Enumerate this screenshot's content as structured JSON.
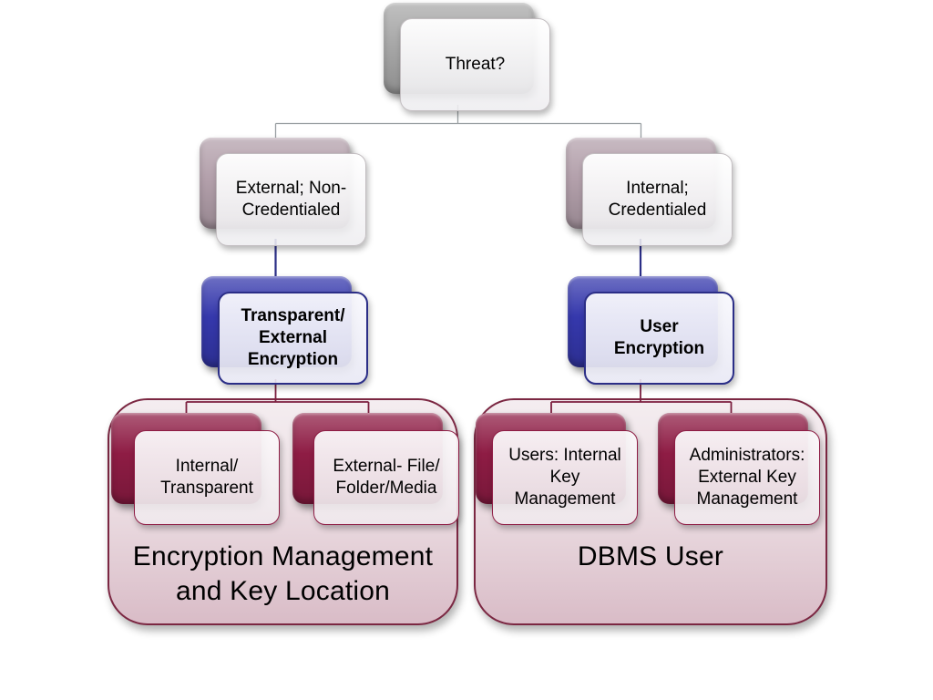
{
  "diagram": {
    "root": {
      "label": "Threat?"
    },
    "level2": [
      {
        "id": "external-non-credentialed",
        "label": "External; Non-\nCredentialed"
      },
      {
        "id": "internal-credentialed",
        "label": "Internal;\nCredentialed"
      }
    ],
    "level3": [
      {
        "id": "transparent-external-encryption",
        "label": "Transparent/\nExternal\nEncryption"
      },
      {
        "id": "user-encryption",
        "label": "User\nEncryption"
      }
    ],
    "groups": [
      {
        "id": "encryption-management-and-key-location",
        "title": "Encryption Management\nand Key Location",
        "children": [
          {
            "id": "internal-transparent",
            "label": "Internal/\nTransparent"
          },
          {
            "id": "external-file-folder-media",
            "label": "External- File/\nFolder/Media"
          }
        ]
      },
      {
        "id": "dbms-user",
        "title": "DBMS User",
        "children": [
          {
            "id": "users-internal-key-management",
            "label": "Users: Internal\nKey Management"
          },
          {
            "id": "administrators-external-key-management",
            "label": "Administrators:\nExternal Key\nManagement"
          }
        ]
      }
    ]
  },
  "colors": {
    "connector_gray": "#9aa0a3",
    "connector_navy": "#2b2e87",
    "connector_maroon": "#7c1f3f",
    "back_gray": "#a8a8a8",
    "back_mauve": "#b3a0ab",
    "back_blue": "#3538ac",
    "back_maroon": "#8e1c44",
    "group_border": "#7b2742",
    "group_bg_top": "#f4edf0",
    "group_bg_bottom": "#d9bcc7",
    "text": "#000000"
  }
}
